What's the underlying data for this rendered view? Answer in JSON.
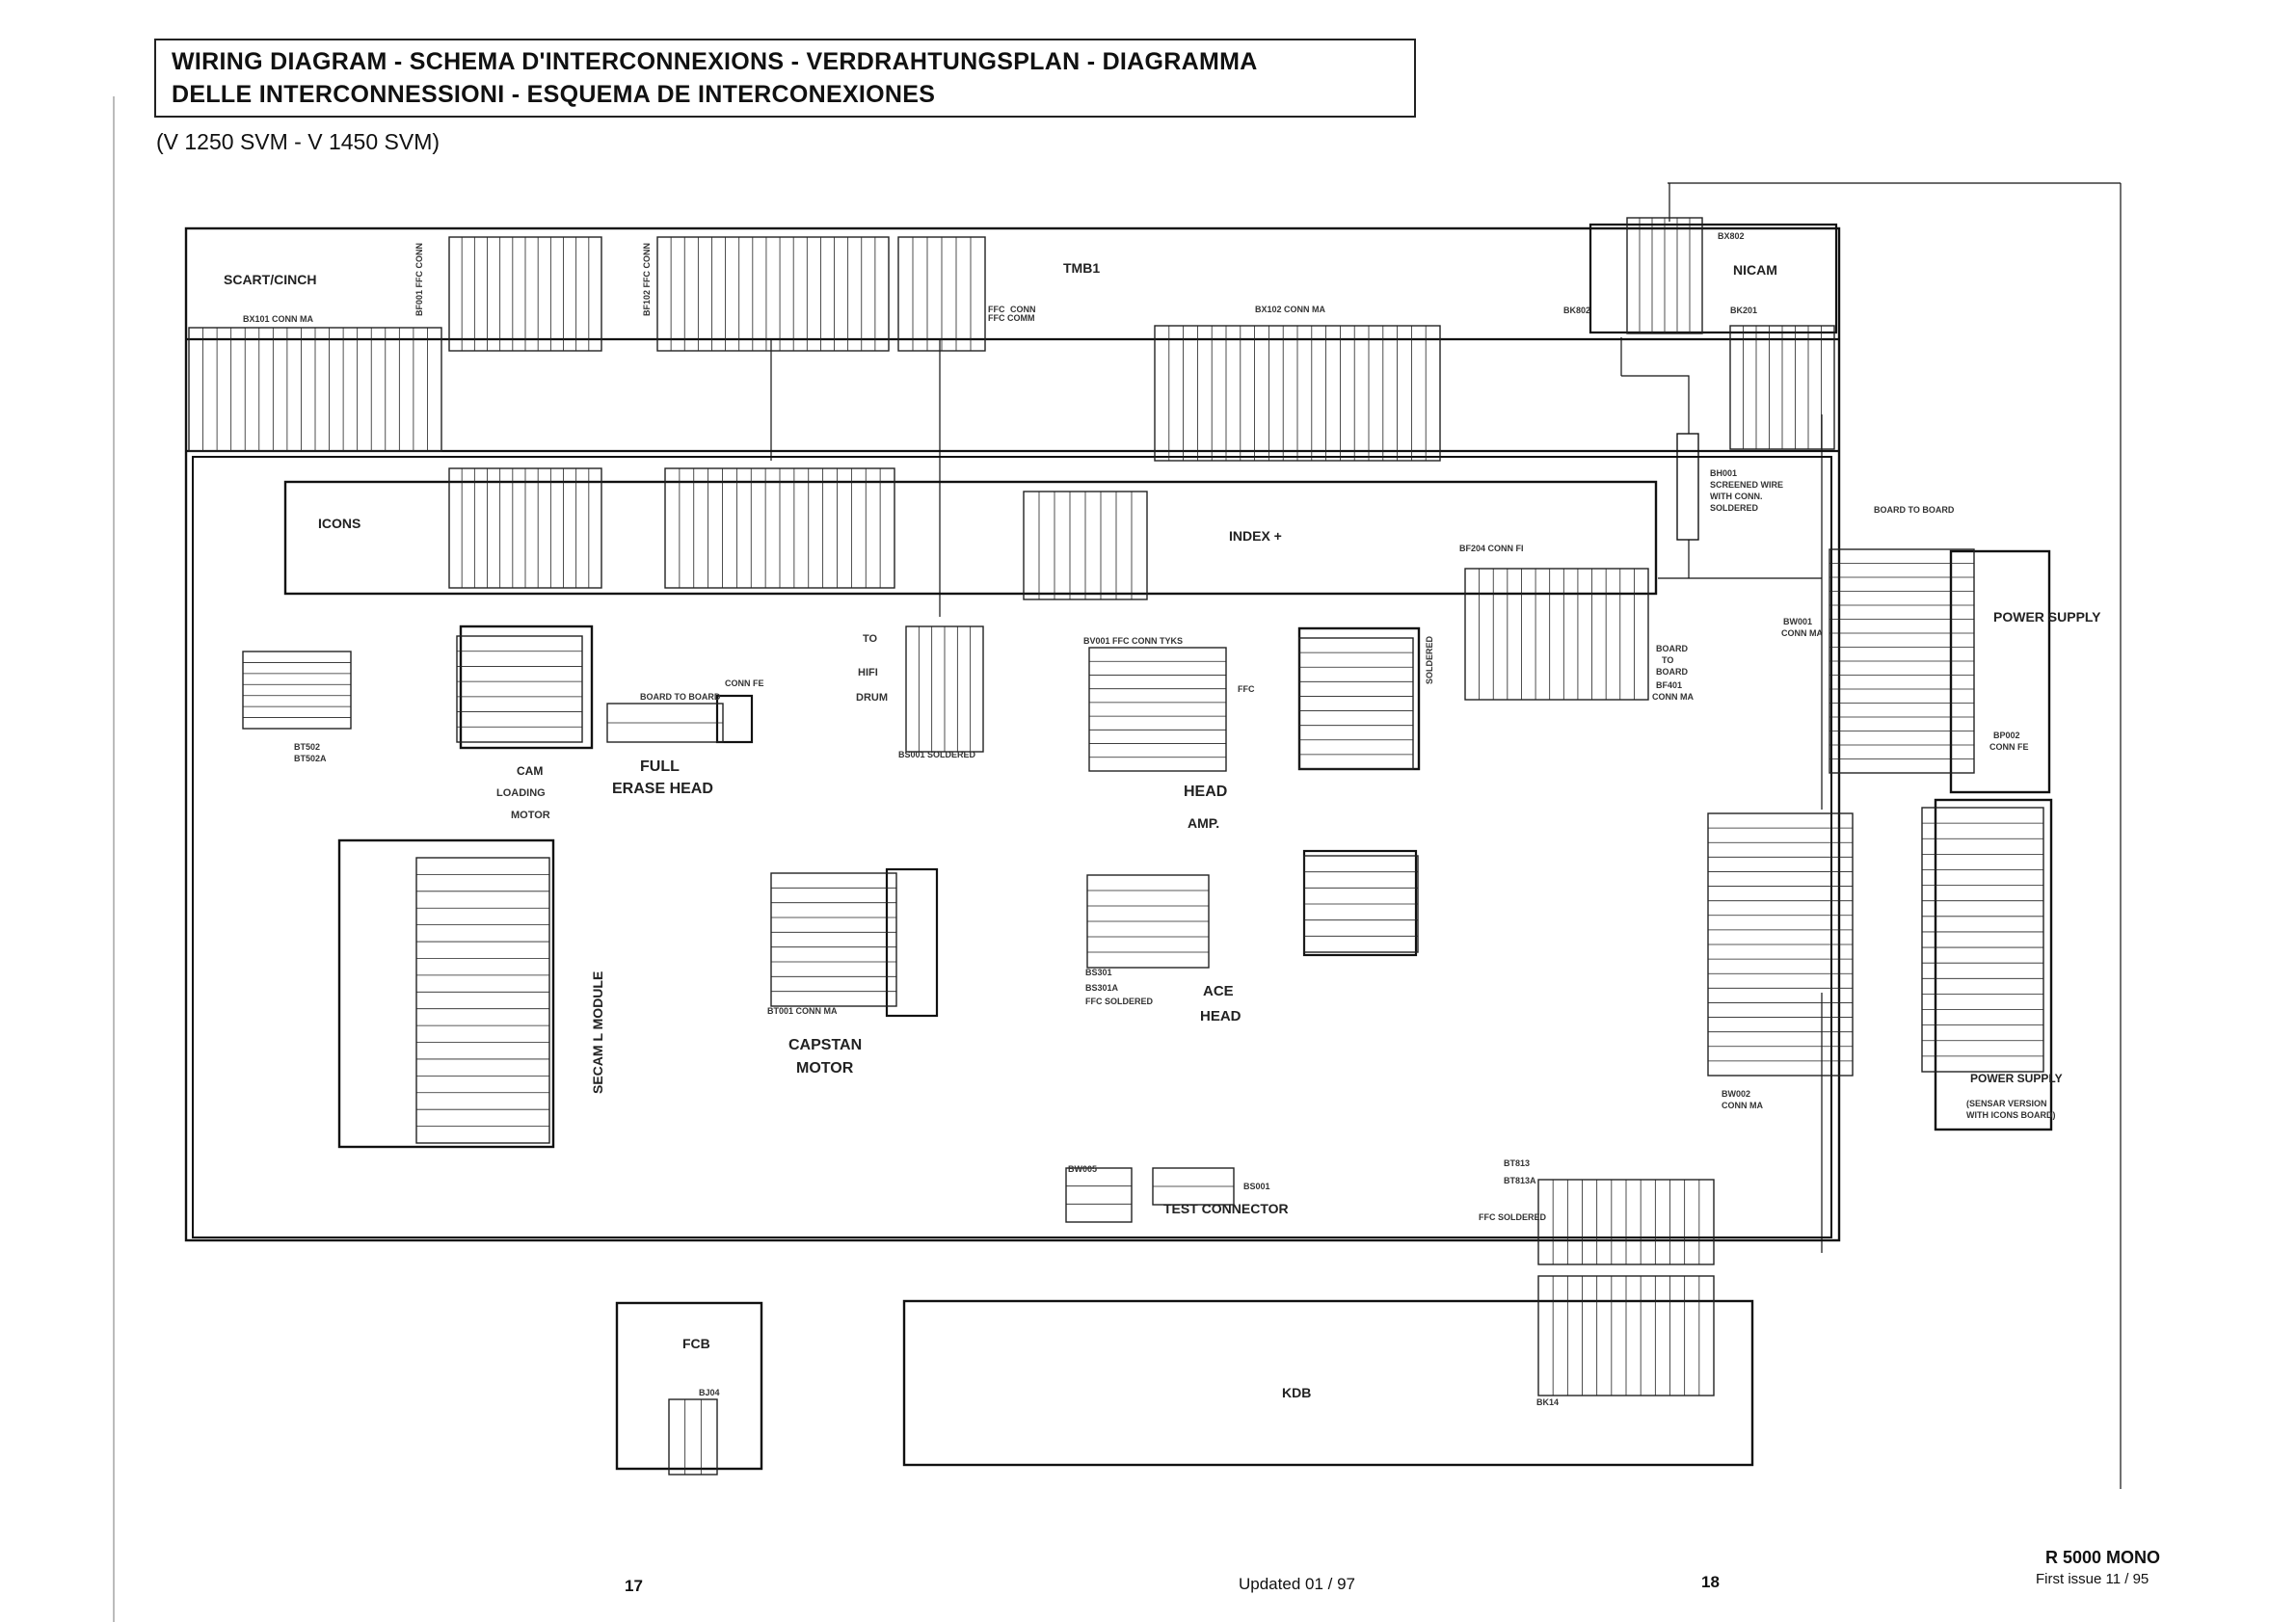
{
  "title": {
    "line1": "WIRING DIAGRAM - SCHEMA D'INTERCONNEXIONS - VERDRAHTUNGSPLAN  - DIAGRAMMA",
    "line2": "DELLE INTERCONNESSIONI - ESQUEMA DE INTERCONEXIONES"
  },
  "subtitle": "(V 1250 SVM - V 1450 SVM)",
  "boards": {
    "tmb1": "TMB1",
    "nicam": "NICAM",
    "scart": "SCART/CINCH",
    "icons": "ICONS",
    "index": "INDEX +",
    "secam": "SECAM L MODULE",
    "kdb": "KDB",
    "fcb": "FCB",
    "power1": "POWER SUPPLY",
    "power2": "POWER SUPPLY",
    "power2_note1": "(SENSAR VERSION",
    "power2_note2": "WITH ICONS BOARD)"
  },
  "components": {
    "cam1": "CAM",
    "cam2": "LOADING",
    "cam3": "MOTOR",
    "erase1": "FULL",
    "erase2": "ERASE HEAD",
    "hifi1": "TO",
    "hifi2": "HIFI",
    "hifi3": "DRUM",
    "head1": "HEAD",
    "head2": "AMP.",
    "capstan1": "CAPSTAN",
    "capstan2": "MOTOR",
    "ace1": "ACE",
    "ace2": "HEAD",
    "test": "TEST CONNECTOR"
  },
  "connectors": {
    "bx101": "BX101 CONN MA",
    "bx102": "BX102 CONN MA",
    "bx802": "BX802",
    "bk201": "BK201",
    "bk802": "BK802",
    "board_to_board": "BOARD TO BOARD",
    "conn_fe": "CONN FE",
    "bs001": "BS001 SOLDERED",
    "bt001": "BT001 CONN MA",
    "bs301": "BS301",
    "bs301a": "BS301A",
    "ffc_soldered": "FFC SOLDERED",
    "bw002": "BW002",
    "conn_ma": "CONN MA",
    "bt813": "BT813",
    "bt813a": "BT813A",
    "bk14": "BK14",
    "bj04": "BJ04",
    "bw005": "BW005",
    "bs001b": "BS001",
    "bp002": "BP002",
    "conn_fe2": "CONN FE",
    "bw001": "BW001",
    "conn_ma2": "CONN MA",
    "screened1": "BH001",
    "screened2": "SCREENED WIRE",
    "screened3": "WITH CONN.",
    "screened4": "SOLDERED",
    "board_to1": "BOARD",
    "board_to2": "TO",
    "board_to3": "BOARD",
    "board_to4": "BF401",
    "board_to5": "CONN MA",
    "bf204": "BF204 CONN FI",
    "ffc_soldered2": "FFC SOLDERED",
    "bt502": "BT502",
    "bt502a": "BT502A",
    "soldered": "SOLDERED",
    "ffc": "FFC",
    "ffc_comm": "FFC COMM",
    "bv001": "BV001 FFC CONN TYKS",
    "bf001": "BF001 FFC CONN",
    "bf102": "BF102 FFC CONN",
    "ffc2": "FFC",
    "conn": "CONN"
  },
  "footer": {
    "page_left": "17",
    "updated": "Updated 01 / 97",
    "page_right": "18",
    "model": "R 5000 MONO",
    "issue": "First issue 11 / 95"
  }
}
